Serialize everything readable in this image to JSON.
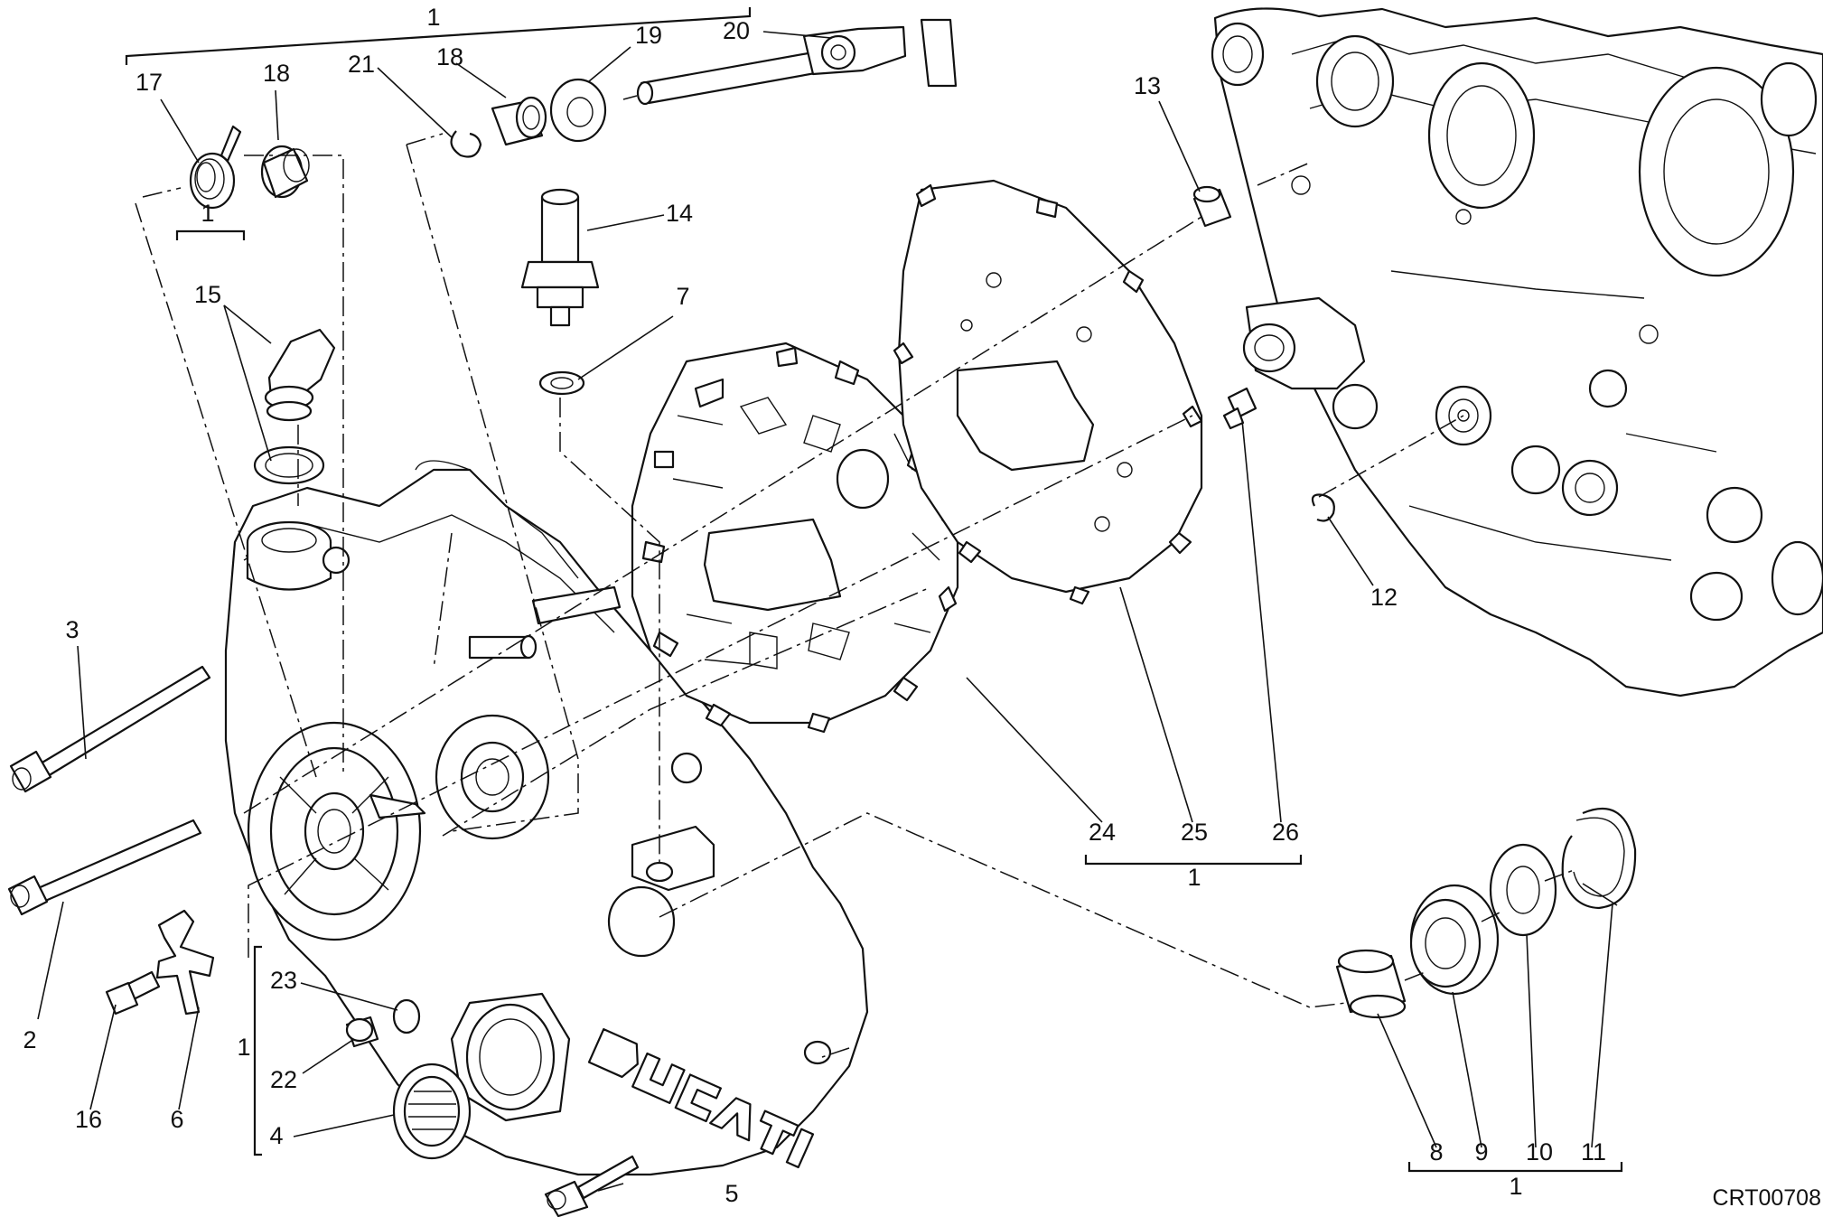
{
  "diagram": {
    "reference_code": "CRT00708",
    "callouts": {
      "c1_top": "1",
      "c17": "17",
      "c18a": "18",
      "c21": "21",
      "c18b": "18",
      "c19": "19",
      "c20": "20",
      "c1_oil": "1",
      "c15": "15",
      "c14": "14",
      "c7": "7",
      "c13": "13",
      "c12": "12",
      "c3": "3",
      "c2": "2",
      "c16": "16",
      "c6": "6",
      "c23": "23",
      "c22": "22",
      "c4": "4",
      "c1_left": "1",
      "c5": "5",
      "c24": "24",
      "c25": "25",
      "c26": "26",
      "c1_plate": "1",
      "c8": "8",
      "c9": "9",
      "c10": "10",
      "c11": "11",
      "c1_bottom": "1"
    }
  }
}
